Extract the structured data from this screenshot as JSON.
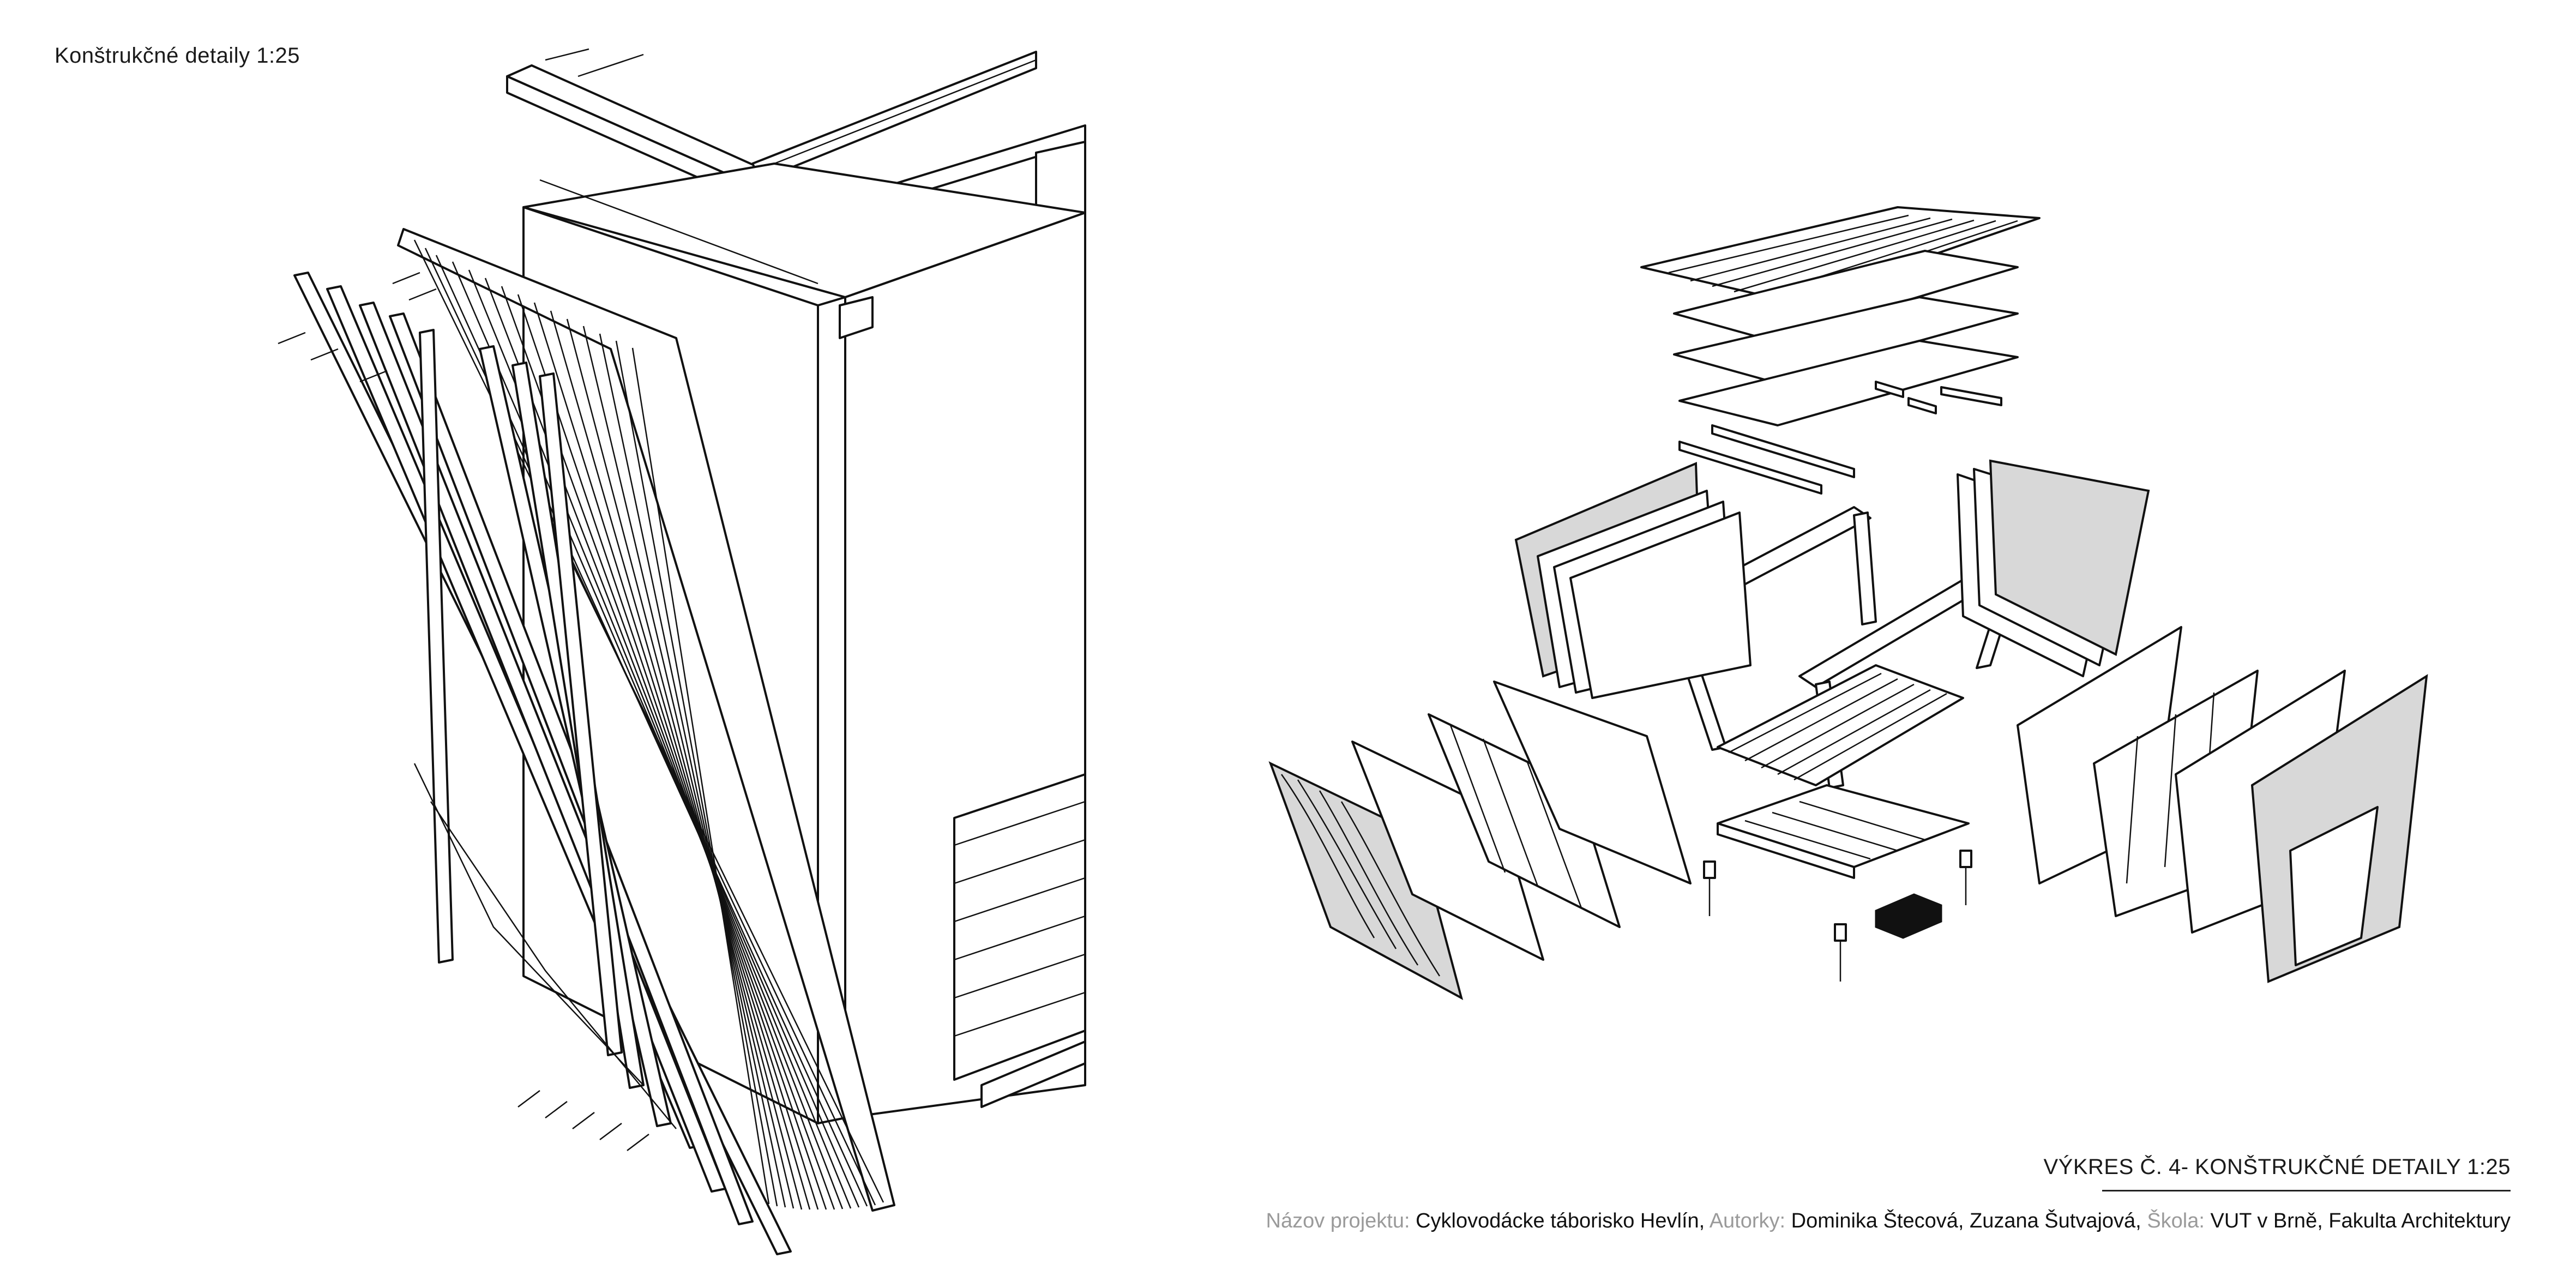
{
  "drawing_title": "Konštrukčné detaily 1:25",
  "sheet_title": "VÝKRES Č. 4- KONŠTRUKČNÉ DETAILY 1:25",
  "credits": {
    "project_label": "Názov projektu:",
    "project_value": "Cyklovodácke táborisko Hevlín,",
    "authors_label": "Autorky:",
    "authors_value": "Dominika Štecová, Zuzana Šutvajová,",
    "school_label": "Škola:",
    "school_value": "VUT v Brně, Fakulta Architektury"
  }
}
